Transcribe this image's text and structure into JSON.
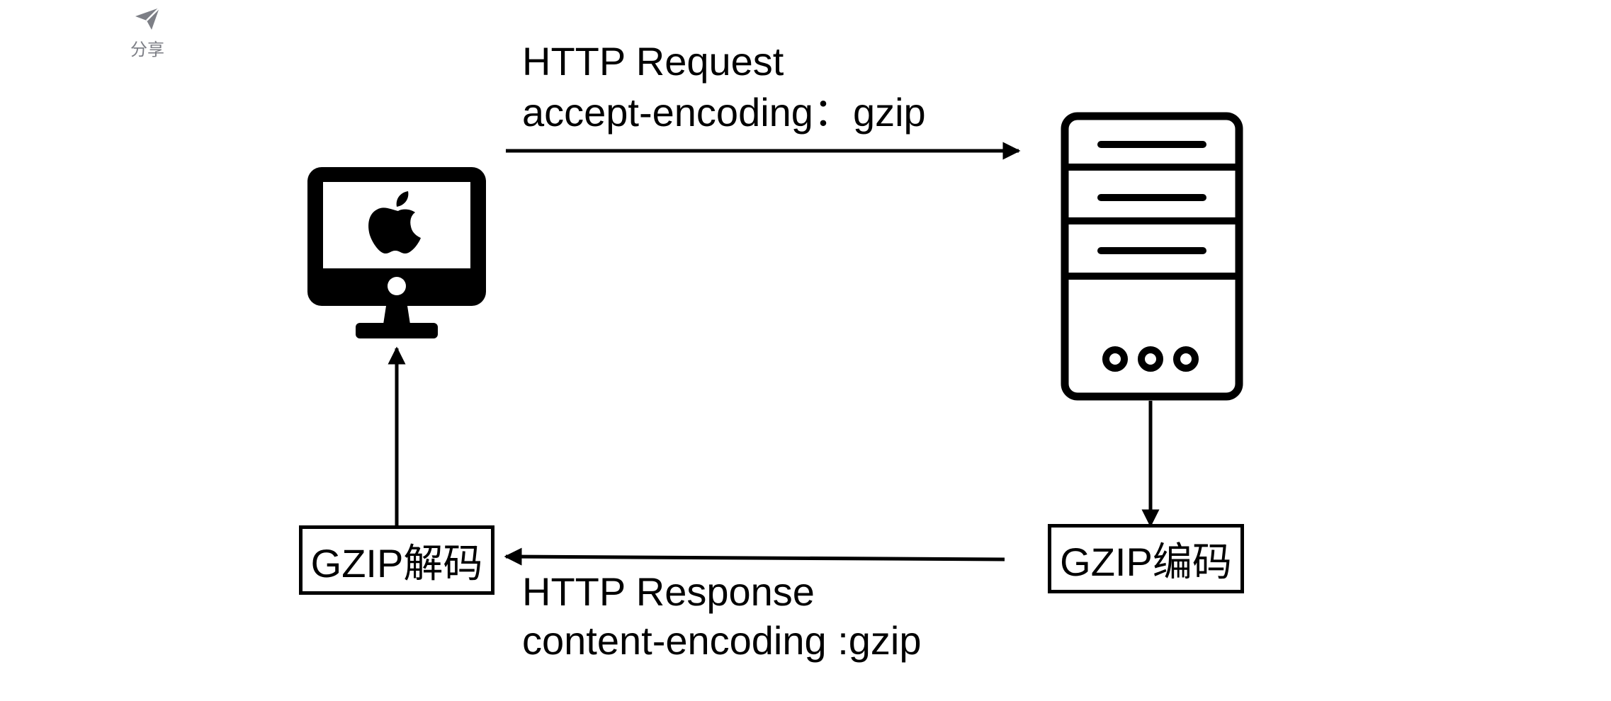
{
  "share": {
    "icon": "send-icon",
    "label": "分享"
  },
  "request": {
    "title": "HTTP Request",
    "header": "accept-encoding：gzip"
  },
  "response": {
    "title": "HTTP Response",
    "header": "content-encoding :gzip"
  },
  "boxes": {
    "decode": "GZIP解码",
    "encode": "GZIP编码"
  },
  "icons": {
    "client": "imac-apple-icon",
    "server": "server-tower-icon"
  },
  "colors": {
    "line": "#000000",
    "background": "#ffffff",
    "muted_text": "#7d7f86"
  }
}
